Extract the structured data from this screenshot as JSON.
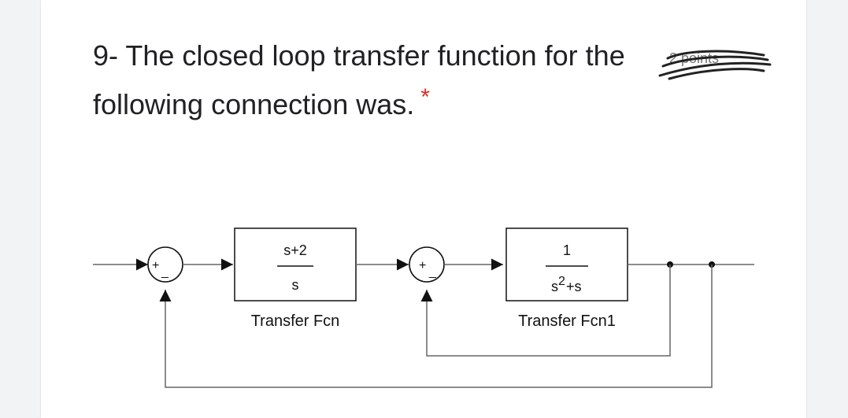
{
  "question": {
    "text": "9- The closed loop transfer function for the following connection was.",
    "required_marker": "*",
    "points_label": "2 points"
  },
  "diagram": {
    "block1": {
      "numerator": "s+2",
      "denominator": "s",
      "label": "Transfer Fcn"
    },
    "block2": {
      "numerator": "1",
      "denominator_base": "s",
      "denominator_exp": "2",
      "denominator_rest": "+s",
      "label": "Transfer Fcn1"
    },
    "sum1": {
      "plus": "+",
      "minus": "_"
    },
    "sum2": {
      "plus": "+",
      "minus": "_"
    }
  },
  "colors": {
    "required": "#d93025",
    "text": "#202124"
  }
}
